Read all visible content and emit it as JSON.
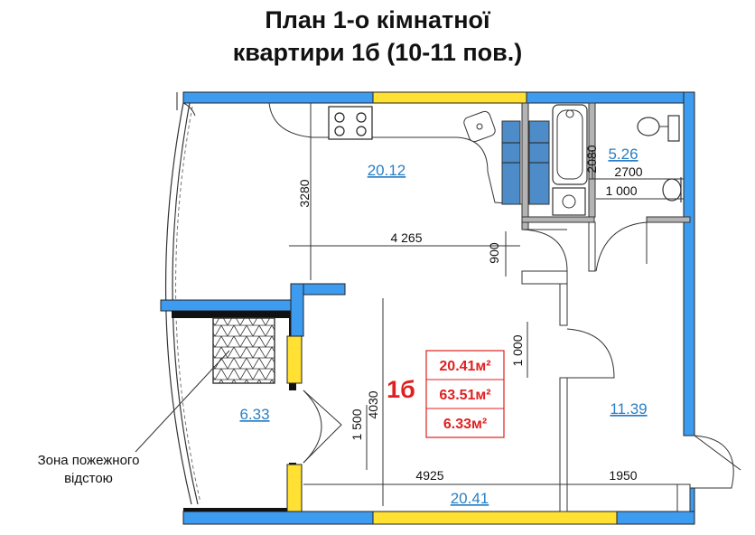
{
  "title": {
    "line1": "План 1-о кімнатної",
    "line2": "квартири 1б (10-11 пов.)"
  },
  "apartment": {
    "id": "1б",
    "living_area": "20.41м²",
    "total_area": "63.51м²",
    "balcony_area": "6.33м²"
  },
  "rooms": {
    "kitchen": "20.12",
    "bathroom": "5.26",
    "balcony": "6.33",
    "hall": "11.39",
    "living": "20.41"
  },
  "dimensions": {
    "d3280": "3280",
    "d4265": "4 265",
    "d900": "900",
    "d2080": "2080",
    "d2700": "2700",
    "d1000_bath": "1 000",
    "d1000_door": "1 000",
    "d4030": "4030",
    "d1500": "1 500",
    "d4925": "4925",
    "d1950": "1950"
  },
  "annotations": {
    "fire_zone_line1": "Зона пожежного",
    "fire_zone_line2": "відстою"
  },
  "colors": {
    "window_blue": "#3d9cf0",
    "wall_yellow": "#ffe033",
    "wall_black": "#111111",
    "wall_grey": "#b4b4b4",
    "area_text": "#2a7fc4",
    "apartment_red": "#e02020"
  }
}
